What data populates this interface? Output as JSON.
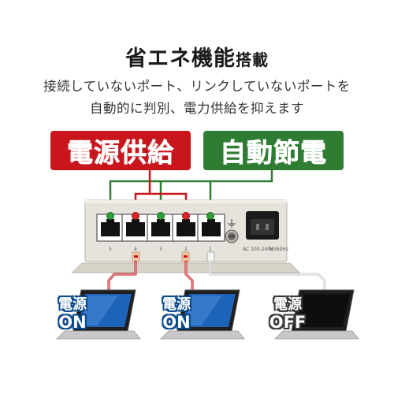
{
  "header": {
    "title_main": "省エネ機能",
    "title_suffix": "搭載",
    "subtitle_line1": "接続していないポート、リンクしていないポートを",
    "subtitle_line2": "自動的に判別、電力供給を抑えます"
  },
  "labels": {
    "power_supply": "電源供給",
    "auto_power_save": "自動節電"
  },
  "switch": {
    "port_numbers": [
      "5",
      "4",
      "3",
      "2",
      "1"
    ],
    "power_label": "AC 100-240V",
    "frequency_label": "50/60Hz"
  },
  "laptops": [
    {
      "title": "電源",
      "state": "ON"
    },
    {
      "title": "電源",
      "state": "ON"
    },
    {
      "title": "電源",
      "state": "OFF"
    }
  ],
  "colors": {
    "red": "#c9161d",
    "green": "#2f7d32",
    "on_blue": "#1565c0"
  }
}
